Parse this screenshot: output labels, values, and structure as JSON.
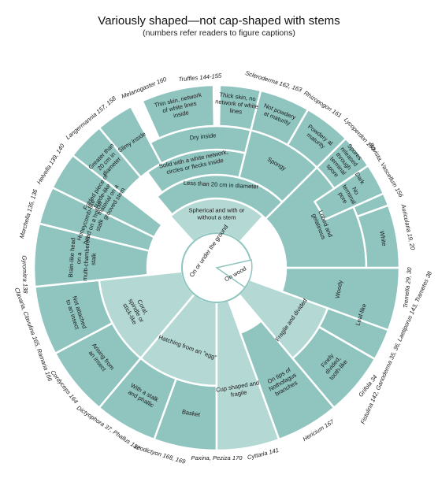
{
  "header": {
    "title": "Variously shaped—not cap-shaped with stems",
    "subtitle": "(numbers refer readers to figure captions)"
  },
  "colors": {
    "cell": "#8fc4bf",
    "hub": "#ffffff",
    "text": "#1a1a1a"
  },
  "hub_labels": {
    "ground": "On or under the ground",
    "wood": "On wood"
  },
  "cells": {
    "spherical": "Spherical and with or without a stem",
    "less20": "Less than 20 cm in diameter",
    "solid": "Solid with a white network, circles or flecks inside",
    "dry": "Dry inside",
    "thin_skin": "Thin skin, network of white lines inside",
    "thick_skin": "Thick skin, no network of white lines",
    "spongy": "Spongy",
    "not_powdery": "Not powdery at maturity",
    "powdery": "Powdery at maturity",
    "spores_released": "Spores released through terminal spore",
    "no_pore": "No terminal pore",
    "slimy": "Slimy inside",
    "greater20": "Greater than 20 cm in diameter",
    "folded": "Folded piece of suede-like material on a grooved stem",
    "honeycomb": "Honeycomb-like head on a hollow stalk",
    "brainlike": "Brain-like head on a multi-chambered stalk",
    "coral": "Coral, spindle or stick-like",
    "not_attached": "Not attached to an insect",
    "arising": "Arising from an insect",
    "hatching": "Hatching from an \"egg\"",
    "with_stalk": "With a stalk and phallic",
    "basket": "Basket",
    "cup": "Cup shaped and fragile",
    "nothofagus": "On tips of Nothofagus branches",
    "finely": "Finely divided, tooth-like",
    "fragile": "Fragile and divided",
    "leaflike": "Leaf-like",
    "woody": "Woody",
    "lobed": "Lobed and gelatinous",
    "dark": "Dark",
    "white": "White"
  },
  "outer_labels": {
    "truffles": "Truffles 144-155",
    "scleroderma": "Scleroderma 162, 163",
    "melanogaster": "Melanogaster 160",
    "rhizopogon": "Rhizopogon 161",
    "langermannia": "Langermannia 157, 158",
    "lycoperdon": "Lycoperdon 159",
    "helvella": "Helvella 139, 140",
    "bovista": "Bovista, Vascellum 156",
    "morchella": "Morchella 135, 136",
    "auricularia": "Auricularia 19, 20",
    "gyromitra": "Gyromitra 138",
    "tremella": "Tremella 29, 30",
    "clavaria": "Clavaria, Clavulina 165, Ramaria 166",
    "fistulina": "Fistulina 142, Ganoderma 35, 36, Laetiporus 143, Trametes 38",
    "cordyceps": "Cordyceps 164",
    "grifola": "Grifola 34",
    "dictyophora": "Dictyophora 37, Phallus 137",
    "hericium": "Hericium 167",
    "ileodictyon": "Ileodictyon 168, 169",
    "cyttaria": "Cyttaria 141",
    "paxina": "Paxina, Peziza 170"
  }
}
